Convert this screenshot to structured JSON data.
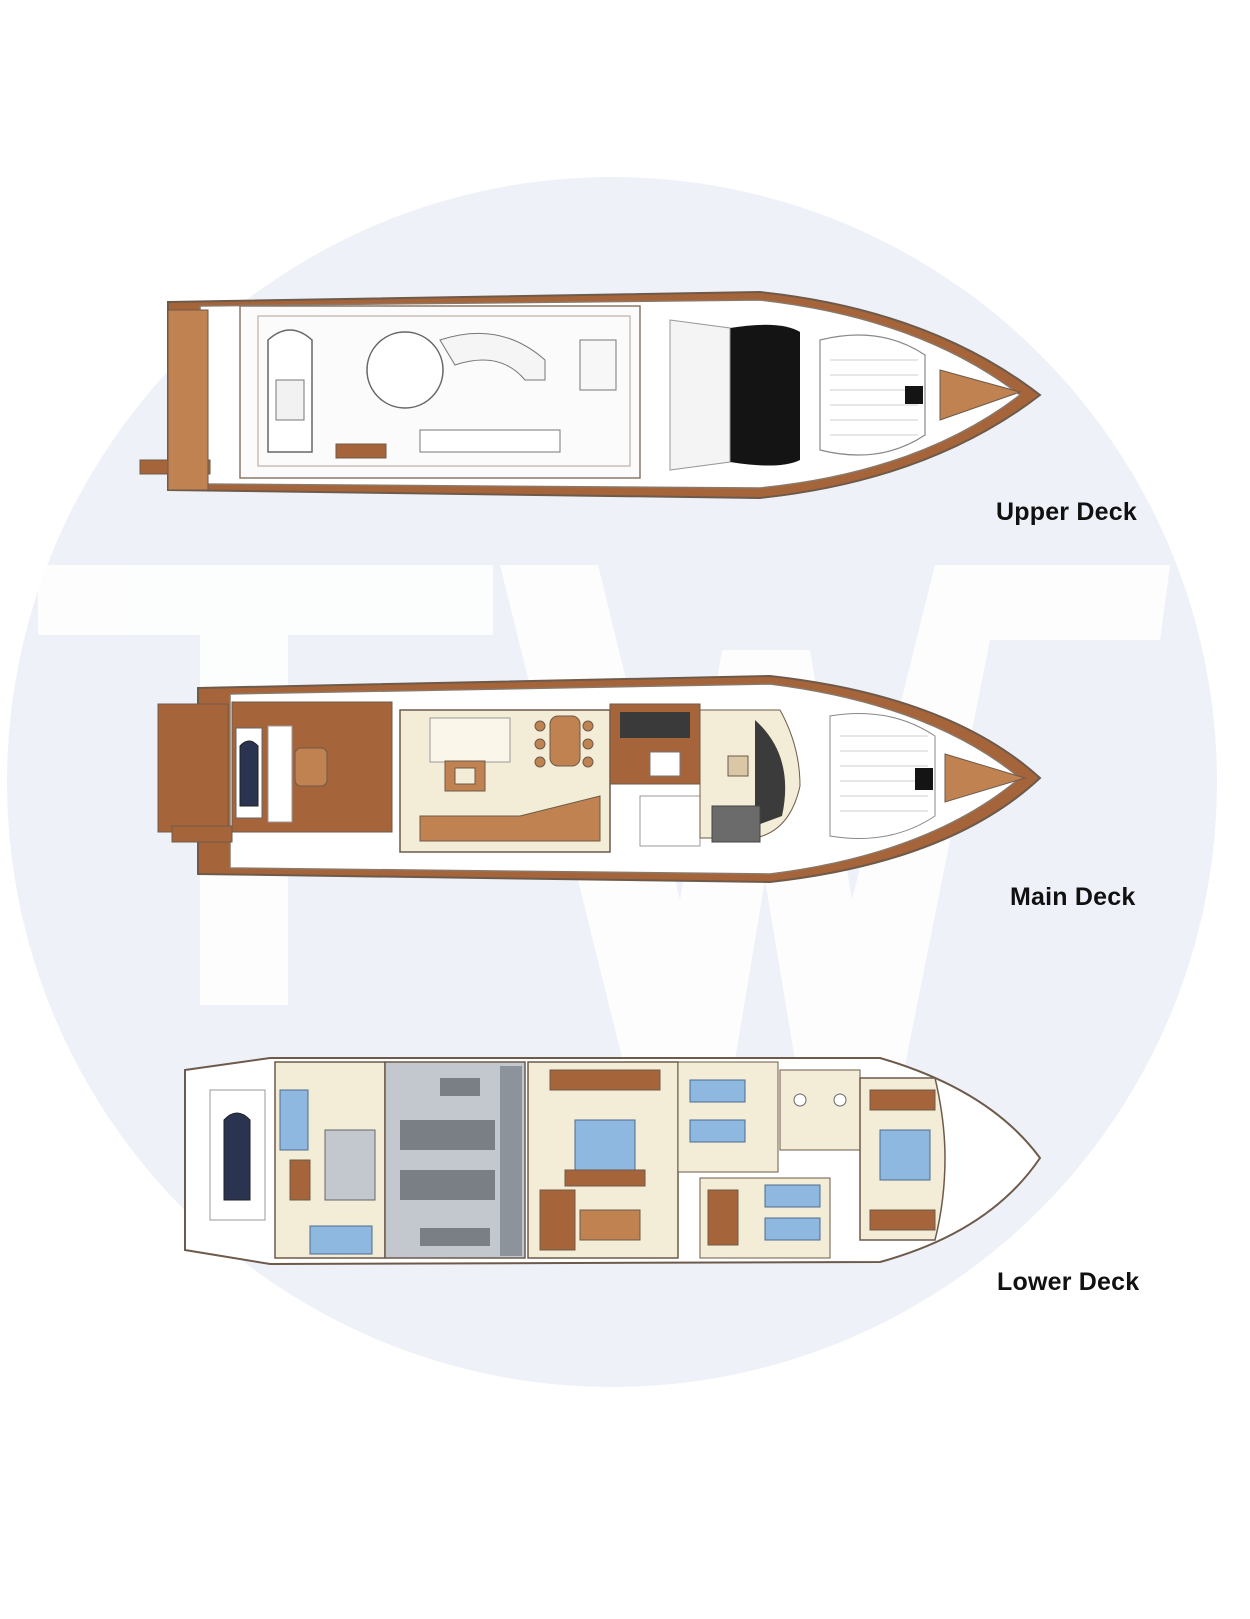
{
  "decks": [
    {
      "id": "upper",
      "label": "Upper Deck"
    },
    {
      "id": "main",
      "label": "Main Deck"
    },
    {
      "id": "lower",
      "label": "Lower Deck"
    }
  ],
  "watermark": {
    "text": "TW",
    "type": "logo"
  },
  "colors": {
    "teak": "#a6643a",
    "teak_light": "#c08250",
    "hull_white": "#ffffff",
    "outline": "#6d5a4a",
    "interior_cream": "#f3ecd6",
    "cabin_blue": "#8fb8e0",
    "engine_room_grey": "#c3c8cf",
    "window_black": "#141414",
    "watermark_circle": "#eef2f8"
  }
}
